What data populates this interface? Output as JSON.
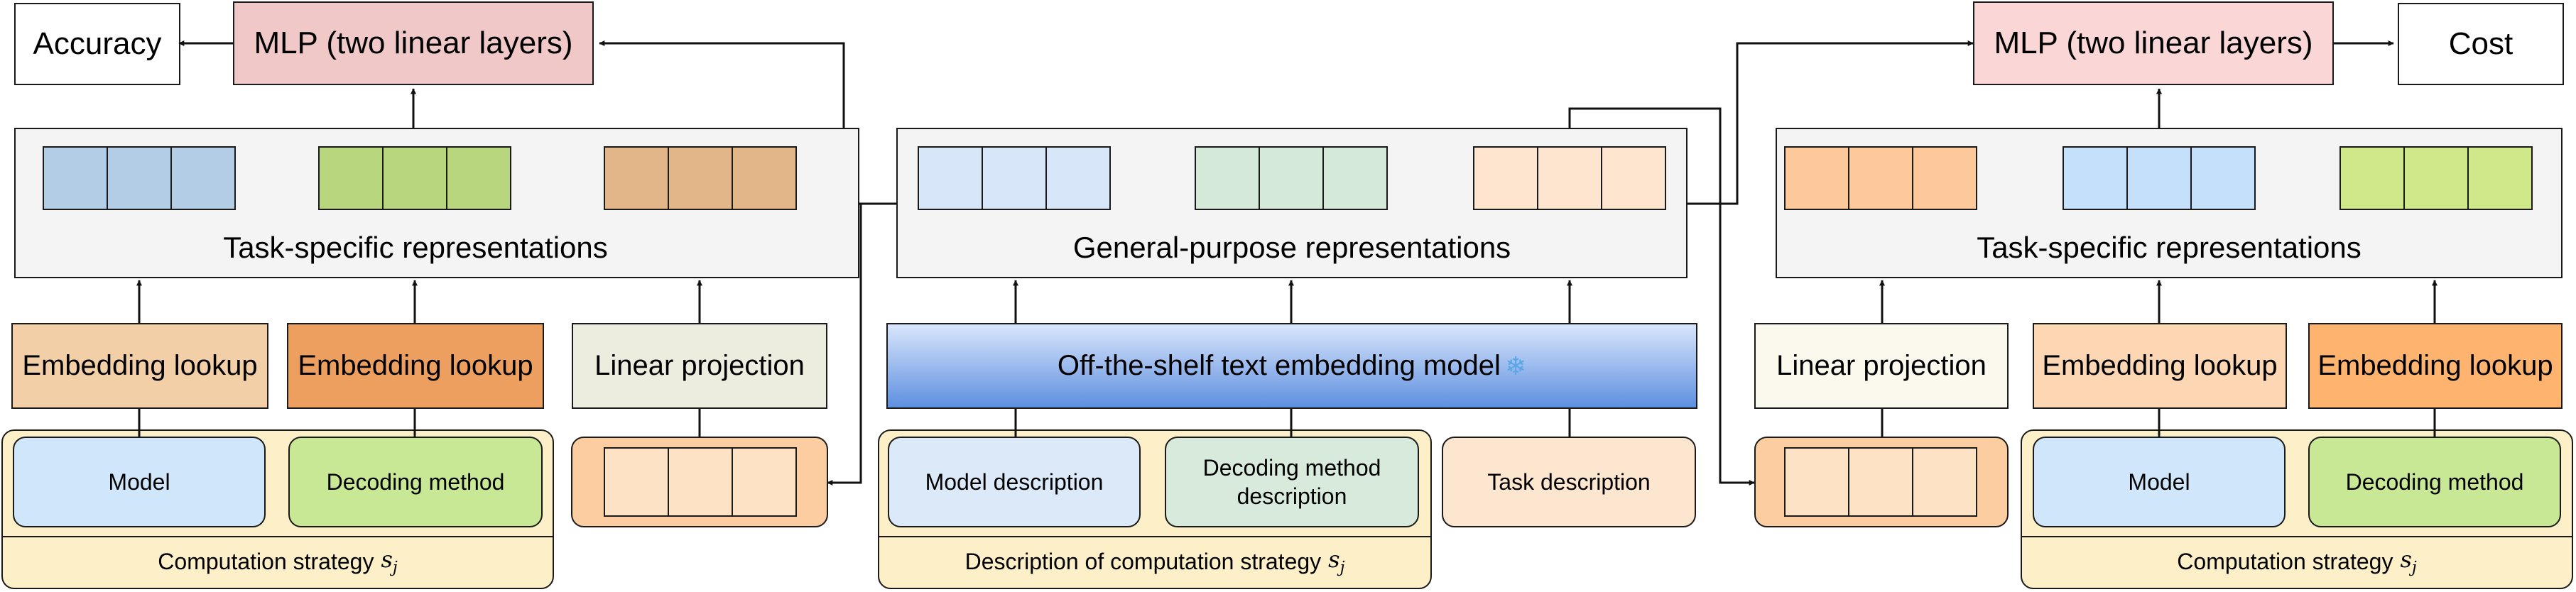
{
  "colors": {
    "accuracy_mlp": "#f0c8c8",
    "cost_mlp": "#fbd6d6",
    "panel": "#f4f4f4",
    "strategy_group": "#fdf0c8",
    "model": "#cfe6fb",
    "decoding": "#c8e896",
    "model_desc": "#dce9f8",
    "decoding_desc": "#d8eadb",
    "task_desc": "#fde6d0",
    "proj_input_group": "#fbcda0",
    "proj_input_cell": "#fde2c6",
    "emb_left_1": "#f3cfa7",
    "emb_left_2": "#ec9f5e",
    "linproj_left": "#ededdf",
    "linproj_right": "#fbf9ee",
    "emb_right_1": "#fdd7b4",
    "emb_right_2": "#feb46f",
    "embedding_model_top": "#d9e6fb",
    "embedding_model_bottom": "#5e8fe0",
    "snowflake": "#5aa7e6",
    "vec_left": [
      "#b4cde6",
      "#b8d67e",
      "#e2b689"
    ],
    "vec_center": [
      "#d7e6f9",
      "#d5e9d8",
      "#fde5cf"
    ],
    "vec_right": [
      "#fdc99a",
      "#c5e0fb",
      "#cfe88a"
    ]
  },
  "icons": {
    "frozen": "snowflake-icon"
  },
  "outputs": {
    "accuracy": "Accuracy",
    "cost": "Cost",
    "mlp_left": "MLP (two linear layers)",
    "mlp_right": "MLP (two linear layers)"
  },
  "panels": {
    "left": "Task-specific representations",
    "center": "General-purpose representations",
    "right": "Task-specific representations"
  },
  "encoders": {
    "emb_left_1": "Embedding lookup",
    "emb_left_2": "Embedding lookup",
    "linproj_left": "Linear projection",
    "embedding_model": "Off-the-shelf text embedding model",
    "linproj_right": "Linear projection",
    "emb_right_1": "Embedding lookup",
    "emb_right_2": "Embedding lookup"
  },
  "inputs": {
    "model_left": "Model",
    "decoding_left": "Decoding method",
    "model_desc": "Model description",
    "decoding_desc_line1": "Decoding method",
    "decoding_desc_line2": "description",
    "task_desc": "Task description",
    "model_right": "Model",
    "decoding_right": "Decoding method"
  },
  "groups": {
    "left": "Computation strategy",
    "center": "Description of computation strategy",
    "right": "Computation strategy",
    "symbol": "s",
    "symbol_sub": "j"
  }
}
